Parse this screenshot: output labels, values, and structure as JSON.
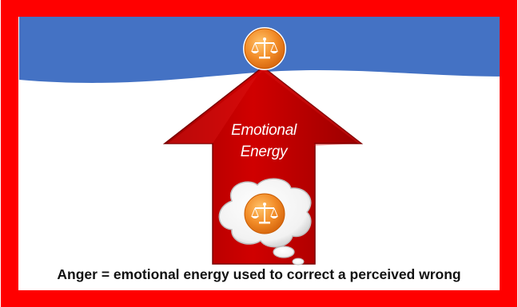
{
  "diagram": {
    "arrow_label_line1": "Emotional",
    "arrow_label_line2": "Energy",
    "caption": "Anger = emotional energy used to correct a perceived wrong",
    "icons": [
      "scales-of-justice-icon",
      "thought-bubble-icon"
    ]
  },
  "colors": {
    "frame": "#ff0000",
    "sky_band": "#4472c4",
    "arrow": "#c00000",
    "arrow_dark": "#8b0000",
    "icon_orange": "#f28c28",
    "background": "#ffffff"
  }
}
